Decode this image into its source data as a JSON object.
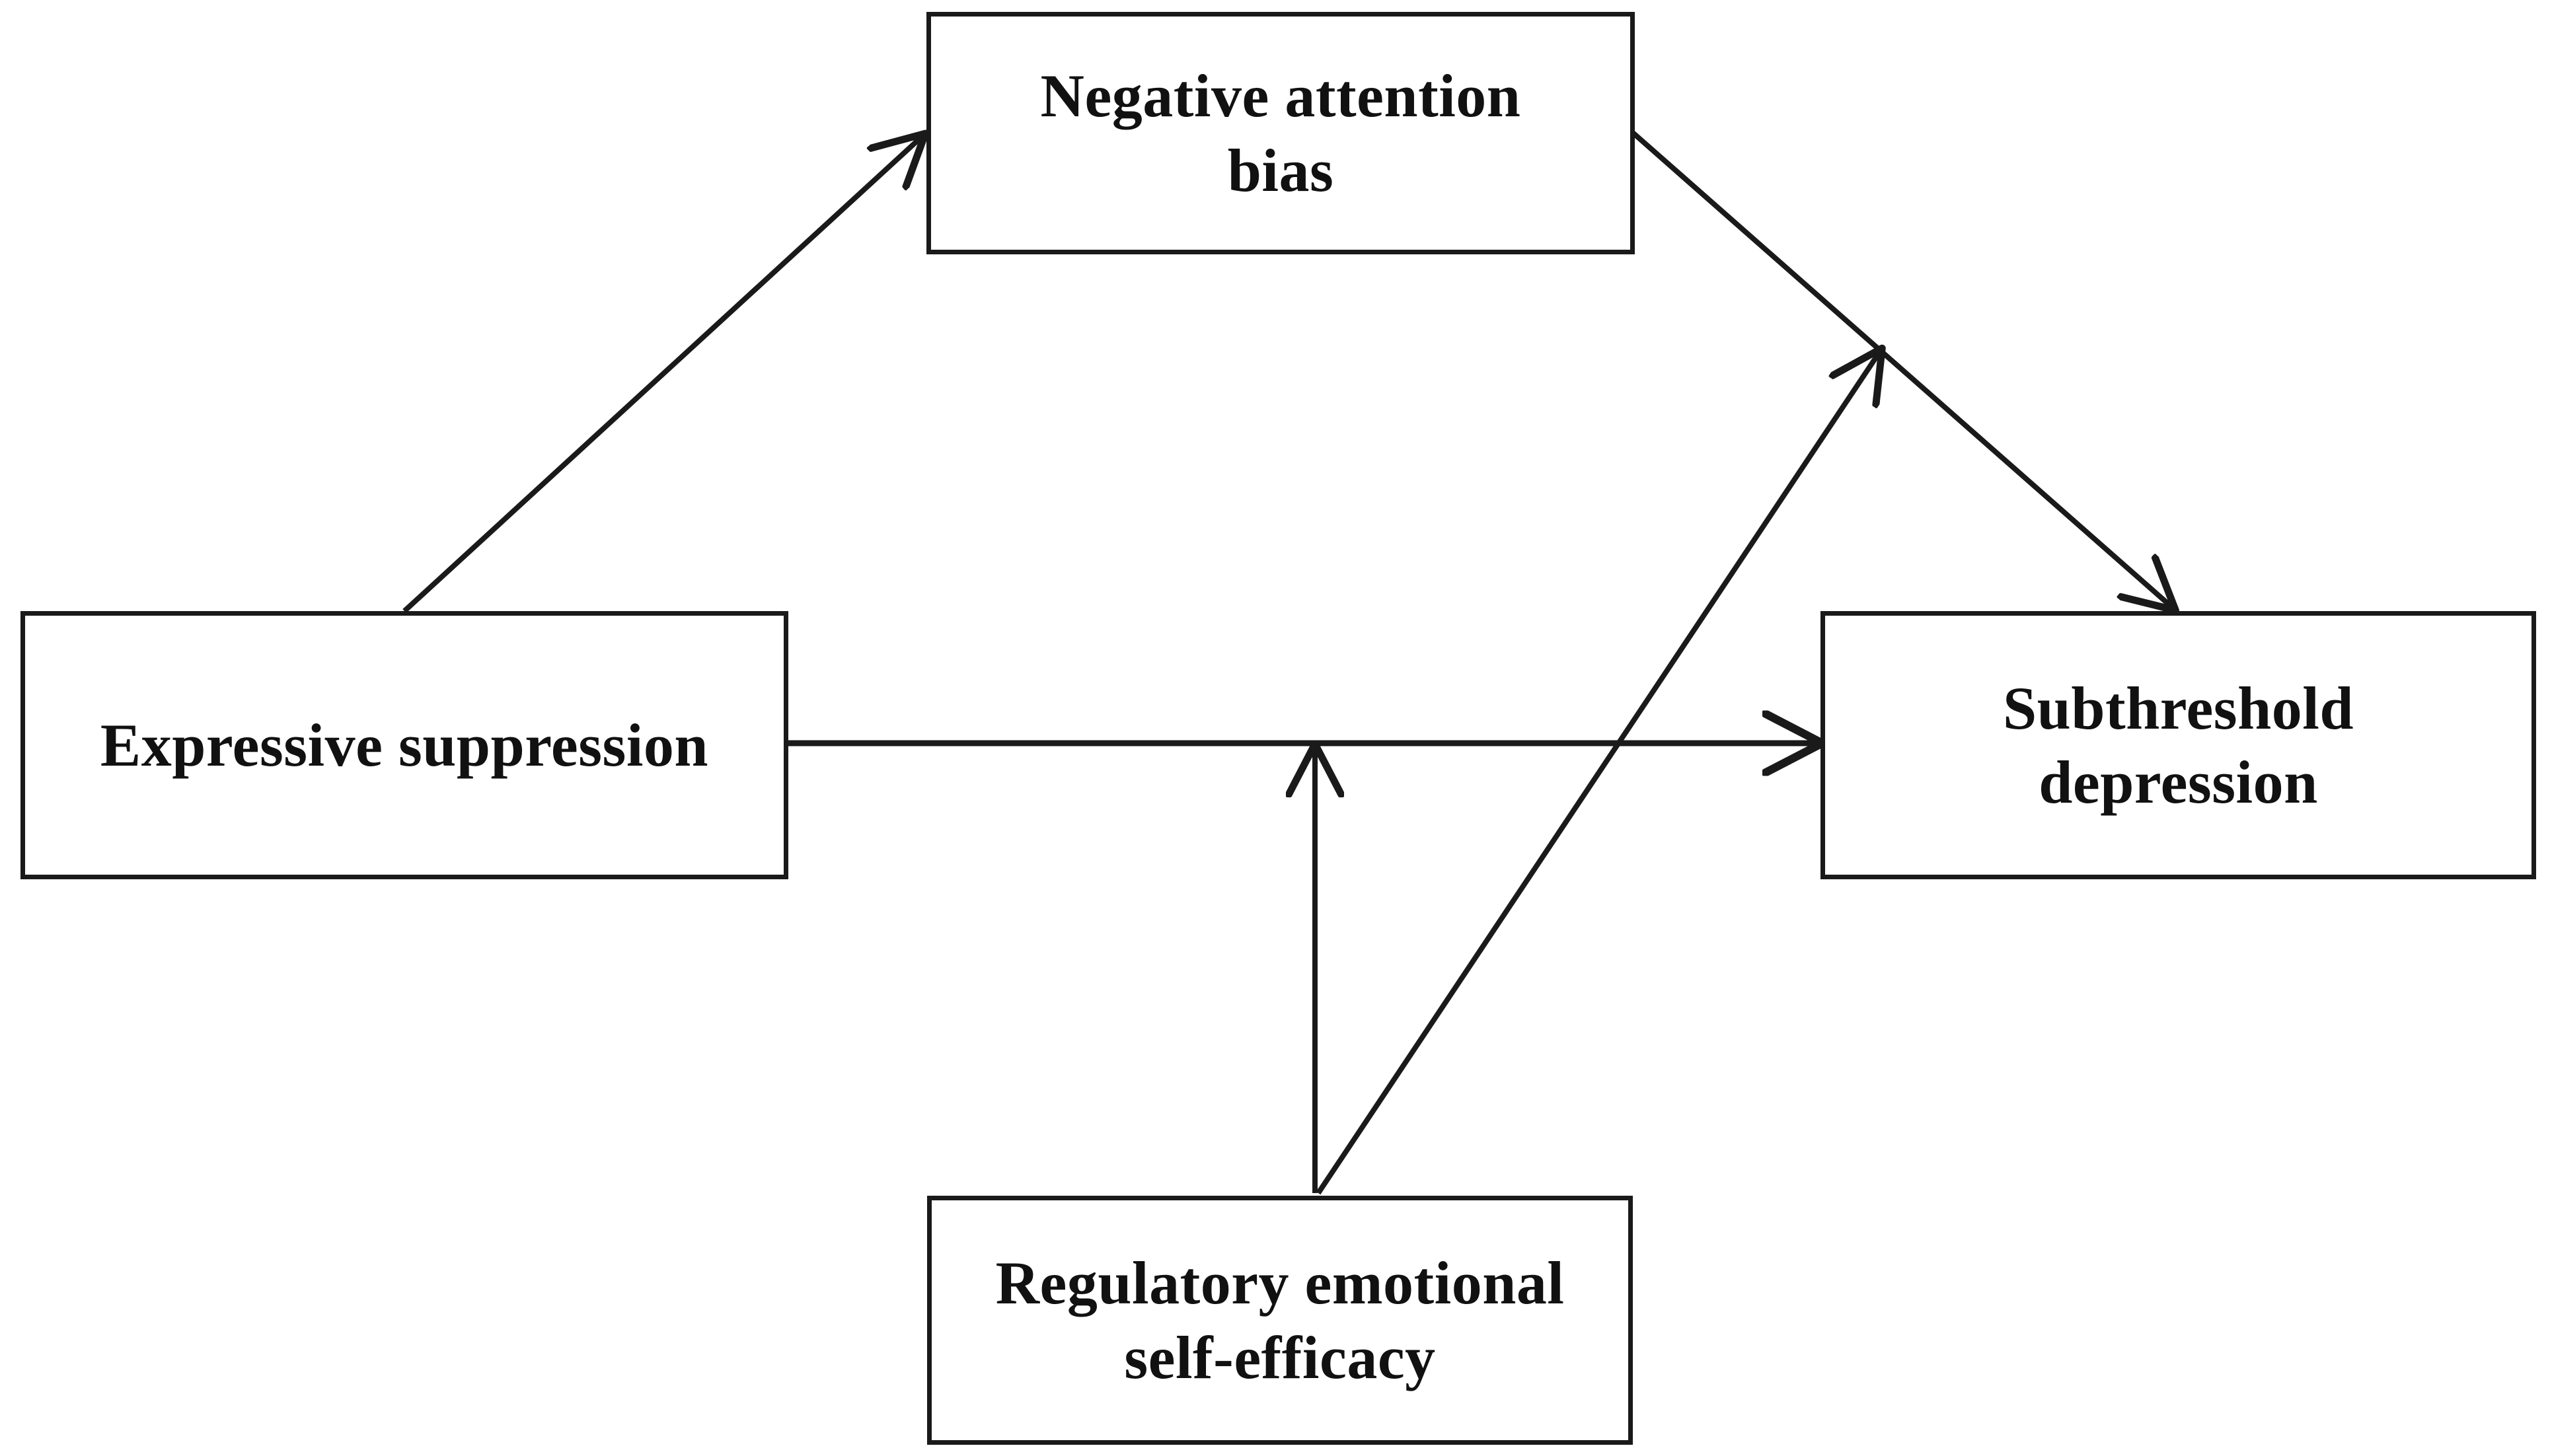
{
  "diagram": {
    "type": "path-model",
    "title": "",
    "background_color": "#ffffff",
    "line_color": "#1a1a1a",
    "text_color": "#111111",
    "nodes": [
      {
        "id": "expressive-suppression",
        "label": "Expressive suppression",
        "role": "predictor",
        "position": "left-middle"
      },
      {
        "id": "negative-attention-bias",
        "label": "Negative attention\nbias",
        "role": "mediator",
        "position": "top-center"
      },
      {
        "id": "subthreshold-depression",
        "label": "Subthreshold\ndepression",
        "role": "outcome",
        "position": "right-middle"
      },
      {
        "id": "regulatory-emotional-self-efficacy",
        "label": "Regulatory emotional\nself-efficacy",
        "role": "moderator",
        "position": "bottom-center"
      }
    ],
    "edges": [
      {
        "id": "es-to-nab",
        "from": "expressive-suppression",
        "to": "negative-attention-bias",
        "style": "solid-arrow",
        "label": ""
      },
      {
        "id": "nab-to-sd",
        "from": "negative-attention-bias",
        "to": "subthreshold-depression",
        "style": "solid-arrow",
        "label": ""
      },
      {
        "id": "es-to-sd",
        "from": "expressive-suppression",
        "to": "subthreshold-depression",
        "style": "solid-arrow",
        "label": ""
      },
      {
        "id": "rese-to-es-sd-path",
        "from": "regulatory-emotional-self-efficacy",
        "to": "es-to-sd",
        "style": "solid-arrow-moderation",
        "label": ""
      },
      {
        "id": "rese-to-nab-sd-path",
        "from": "regulatory-emotional-self-efficacy",
        "to": "nab-to-sd",
        "style": "solid-arrow-moderation",
        "label": ""
      }
    ]
  }
}
